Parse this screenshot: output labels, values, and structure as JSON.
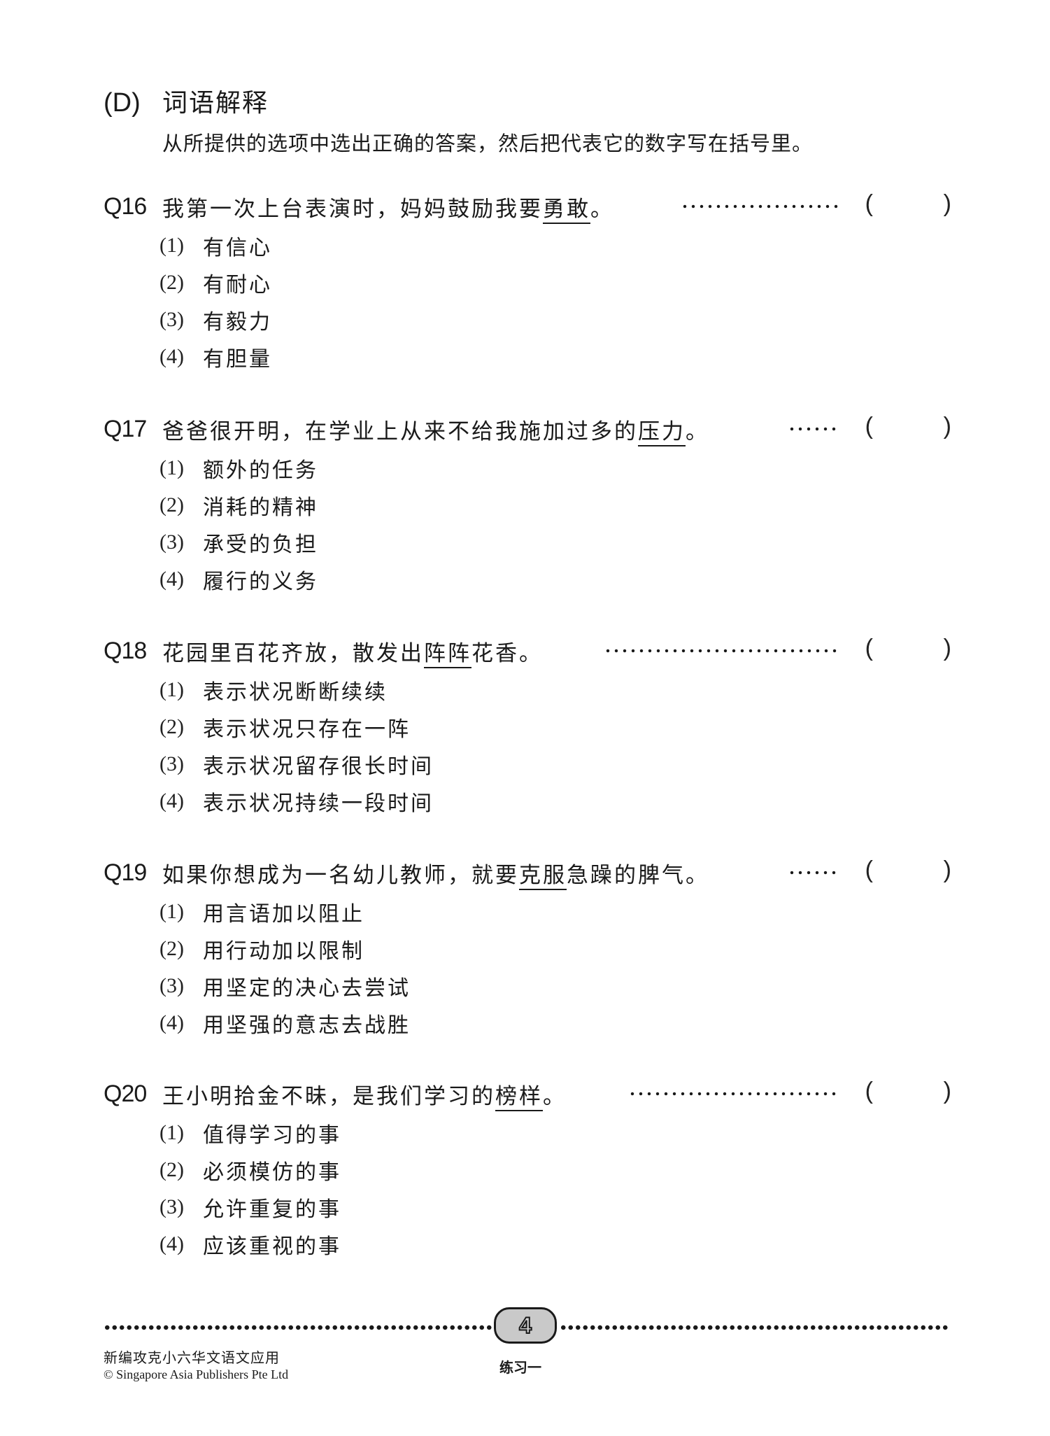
{
  "section": {
    "letter": "(D)",
    "title": "词语解释",
    "instructions": "从所提供的选项中选出正确的答案，然后把代表它的数字写在括号里。"
  },
  "questions": [
    {
      "number": "Q16",
      "text_before": "我第一次上台表演时，妈妈鼓励我要",
      "underlined": "勇敢",
      "text_after": "。",
      "options": [
        {
          "num": "(1)",
          "text": "有信心"
        },
        {
          "num": "(2)",
          "text": "有耐心"
        },
        {
          "num": "(3)",
          "text": "有毅力"
        },
        {
          "num": "(4)",
          "text": "有胆量"
        }
      ]
    },
    {
      "number": "Q17",
      "text_before": "爸爸很开明，在学业上从来不给我施加过多的",
      "underlined": "压力",
      "text_after": "。",
      "options": [
        {
          "num": "(1)",
          "text": "额外的任务"
        },
        {
          "num": "(2)",
          "text": "消耗的精神"
        },
        {
          "num": "(3)",
          "text": "承受的负担"
        },
        {
          "num": "(4)",
          "text": "履行的义务"
        }
      ]
    },
    {
      "number": "Q18",
      "text_before": "花园里百花齐放，散发出",
      "underlined": "阵阵",
      "text_after": "花香。",
      "options": [
        {
          "num": "(1)",
          "text": "表示状况断断续续"
        },
        {
          "num": "(2)",
          "text": "表示状况只存在一阵"
        },
        {
          "num": "(3)",
          "text": "表示状况留存很长时间"
        },
        {
          "num": "(4)",
          "text": "表示状况持续一段时间"
        }
      ]
    },
    {
      "number": "Q19",
      "text_before": "如果你想成为一名幼儿教师，就要",
      "underlined": "克服",
      "text_after": "急躁的脾气。",
      "options": [
        {
          "num": "(1)",
          "text": "用言语加以阻止"
        },
        {
          "num": "(2)",
          "text": "用行动加以限制"
        },
        {
          "num": "(3)",
          "text": "用坚定的决心去尝试"
        },
        {
          "num": "(4)",
          "text": "用坚强的意志去战胜"
        }
      ]
    },
    {
      "number": "Q20",
      "text_before": "王小明拾金不昧，是我们学习的",
      "underlined": "榜样",
      "text_after": "。",
      "options": [
        {
          "num": "(1)",
          "text": "值得学习的事"
        },
        {
          "num": "(2)",
          "text": "必须模仿的事"
        },
        {
          "num": "(3)",
          "text": "允许重复的事"
        },
        {
          "num": "(4)",
          "text": "应该重视的事"
        }
      ]
    }
  ],
  "answer_brackets": {
    "open": "(",
    "close": ")"
  },
  "footer": {
    "page_number": "4",
    "book_title": "新编攻克小六华文语文应用",
    "copyright": "© Singapore Asia Publishers Pte Ltd",
    "exercise_label": "练习一"
  }
}
